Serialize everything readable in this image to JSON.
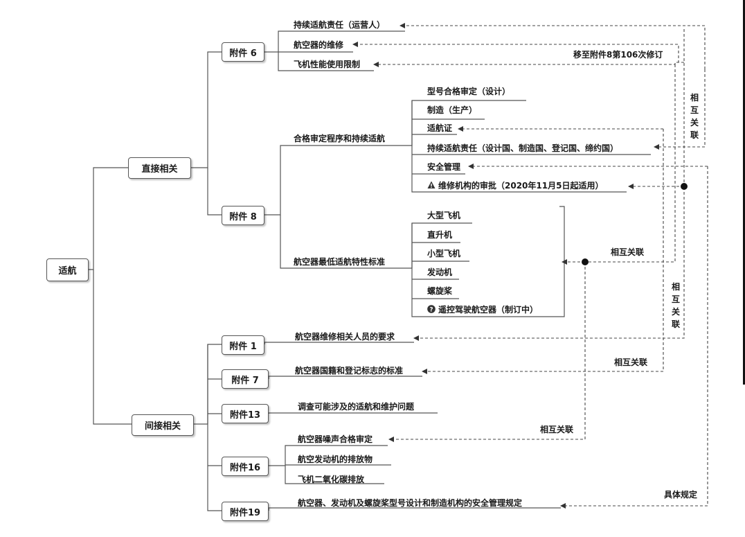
{
  "root": "适航",
  "direct": {
    "label": "直接相关",
    "annex6": {
      "label": "附件 6",
      "items": [
        "持续适航责任（运营人）",
        "航空器的维修",
        "飞机性能使用限制"
      ]
    },
    "annex8": {
      "label": "附件 8",
      "cert": {
        "label": "合格审定程序和持续适航",
        "items": [
          "型号合格审定（设计）",
          "制造（生产）",
          "适航证",
          "持续适航责任（设计国、制造国、登记国、缔约国）",
          "安全管理",
          "维修机构的审批（2020年11月5日起适用）"
        ]
      },
      "standards": {
        "label": "航空器最低适航特性标准",
        "items": [
          "大型飞机",
          "直升机",
          "小型飞机",
          "发动机",
          "螺旋桨",
          "遥控驾驶航空器（制订中）"
        ]
      }
    }
  },
  "indirect": {
    "label": "间接相关",
    "annex1": {
      "label": "附件 1",
      "item": "航空器维修相关人员的要求"
    },
    "annex7": {
      "label": "附件 7",
      "item": "航空器国籍和登记标志的标准"
    },
    "annex13": {
      "label": "附件13",
      "item": "调查可能涉及的适航和维护问题"
    },
    "annex16": {
      "label": "附件16",
      "items": [
        "航空器噪声合格审定",
        "航空发动机的排放物",
        "飞机二氧化碳排放"
      ]
    },
    "annex19": {
      "label": "附件19",
      "item": "航空器、发动机及螺旋桨型号设计和制造机构的安全管理规定"
    }
  },
  "notes": {
    "move": "移至附件8第106次修订",
    "related": "相互关联",
    "specific": "具体规定"
  },
  "icons": {
    "warning": "warning-icon",
    "question": "question-icon"
  }
}
